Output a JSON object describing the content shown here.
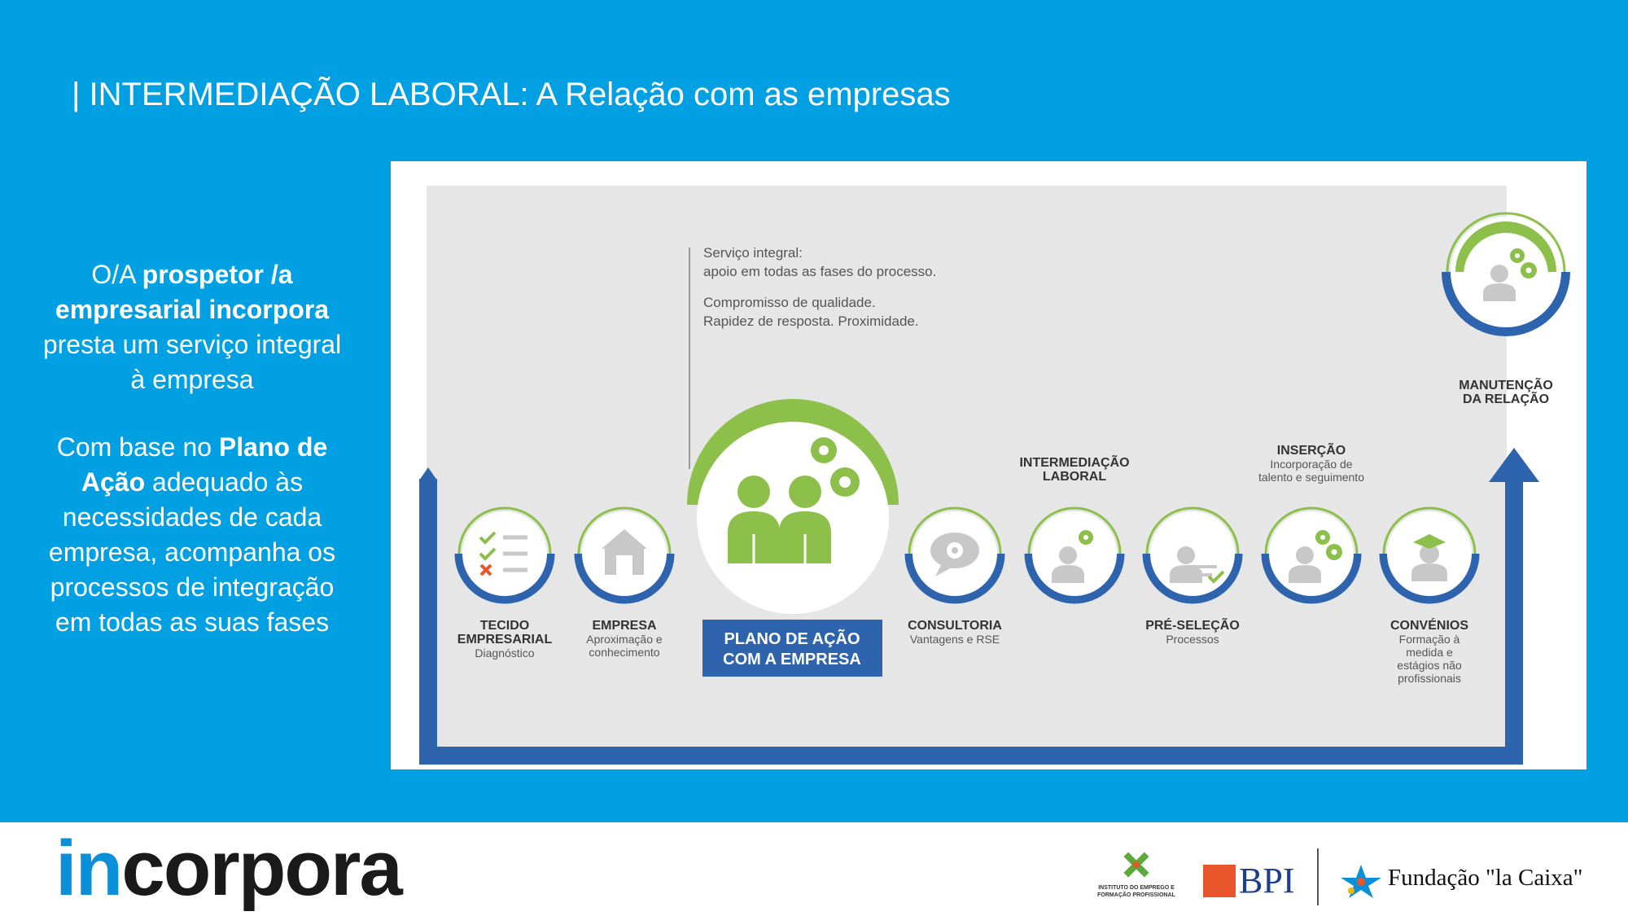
{
  "slide": {
    "title": "| INTERMEDIAÇÃO LABORAL: A Relação com as empresas",
    "left_text": {
      "p1": [
        {
          "text": "O/A ",
          "bold": false
        },
        {
          "text": "prospetor /a empresarial incorpora",
          "bold": true
        },
        {
          "text": " presta um serviço integral à empresa",
          "bold": false
        }
      ],
      "p2": [
        {
          "text": "Com base no ",
          "bold": false
        },
        {
          "text": "Plano de Ação",
          "bold": true
        },
        {
          "text": " adequado às necessidades de cada empresa, acompanha os processos de integração em todas as suas fases",
          "bold": false
        }
      ]
    }
  },
  "diagram": {
    "intro": {
      "line1": "Serviço integral:",
      "line2": "apoio em todas as fases do processo.",
      "line3": "Compromisso de qualidade.",
      "line4": "Rapidez de resposta. Proximidade."
    },
    "plan_box": {
      "line1": "PLANO DE AÇÃO",
      "line2": "COM A EMPRESA"
    },
    "nodes": [
      {
        "id": "tecido",
        "icon": "checklist-icon",
        "title": [
          "TECIDO",
          "EMPRESARIAL"
        ],
        "subtitle": [
          "Diagnóstico"
        ]
      },
      {
        "id": "empresa",
        "icon": "building-icon",
        "title": [
          "EMPRESA"
        ],
        "subtitle": [
          "Aproximação e",
          "conhecimento"
        ]
      },
      {
        "id": "consultoria",
        "icon": "speech-gear-icon",
        "title": [
          "CONSULTORIA"
        ],
        "subtitle": [
          "Vantagens e RSE"
        ]
      },
      {
        "id": "intermediacao",
        "icon": "person-gear-icon",
        "title": [
          "INTERMEDIAÇÃO",
          "LABORAL"
        ],
        "subtitle": []
      },
      {
        "id": "preselecao",
        "icon": "person-document-icon",
        "title": [
          "PRÉ-SELEÇÃO"
        ],
        "subtitle": [
          "Processos"
        ]
      },
      {
        "id": "insercao",
        "icon": "person-gears-icon",
        "title": [
          "INSERÇÃO"
        ],
        "subtitle": [
          "Incorporação de",
          "talento e seguimento"
        ]
      },
      {
        "id": "convenios",
        "icon": "graduate-icon",
        "title": [
          "CONVÉNIOS"
        ],
        "subtitle": [
          "Formação à",
          "medida e",
          "estágios não",
          "profissionais"
        ]
      },
      {
        "id": "manutencao",
        "icon": "person-gears-icon",
        "title": [
          "MANUTENÇÃO",
          "DA RELAÇÃO"
        ],
        "subtitle": []
      }
    ],
    "colors": {
      "green": "#8dc04a",
      "blue": "#2e64ae",
      "grey_bg": "#e6e6e6",
      "icon_grey": "#c8c8c8"
    }
  },
  "footer": {
    "brand_in": "in",
    "brand_rest": "corpora",
    "iefp_text": "INSTITUTO DO EMPREGO E FORMAÇÃO PROFISSIONAL",
    "bpi": "BPI",
    "lacaixa": "Fundação \"la Caixa\""
  }
}
